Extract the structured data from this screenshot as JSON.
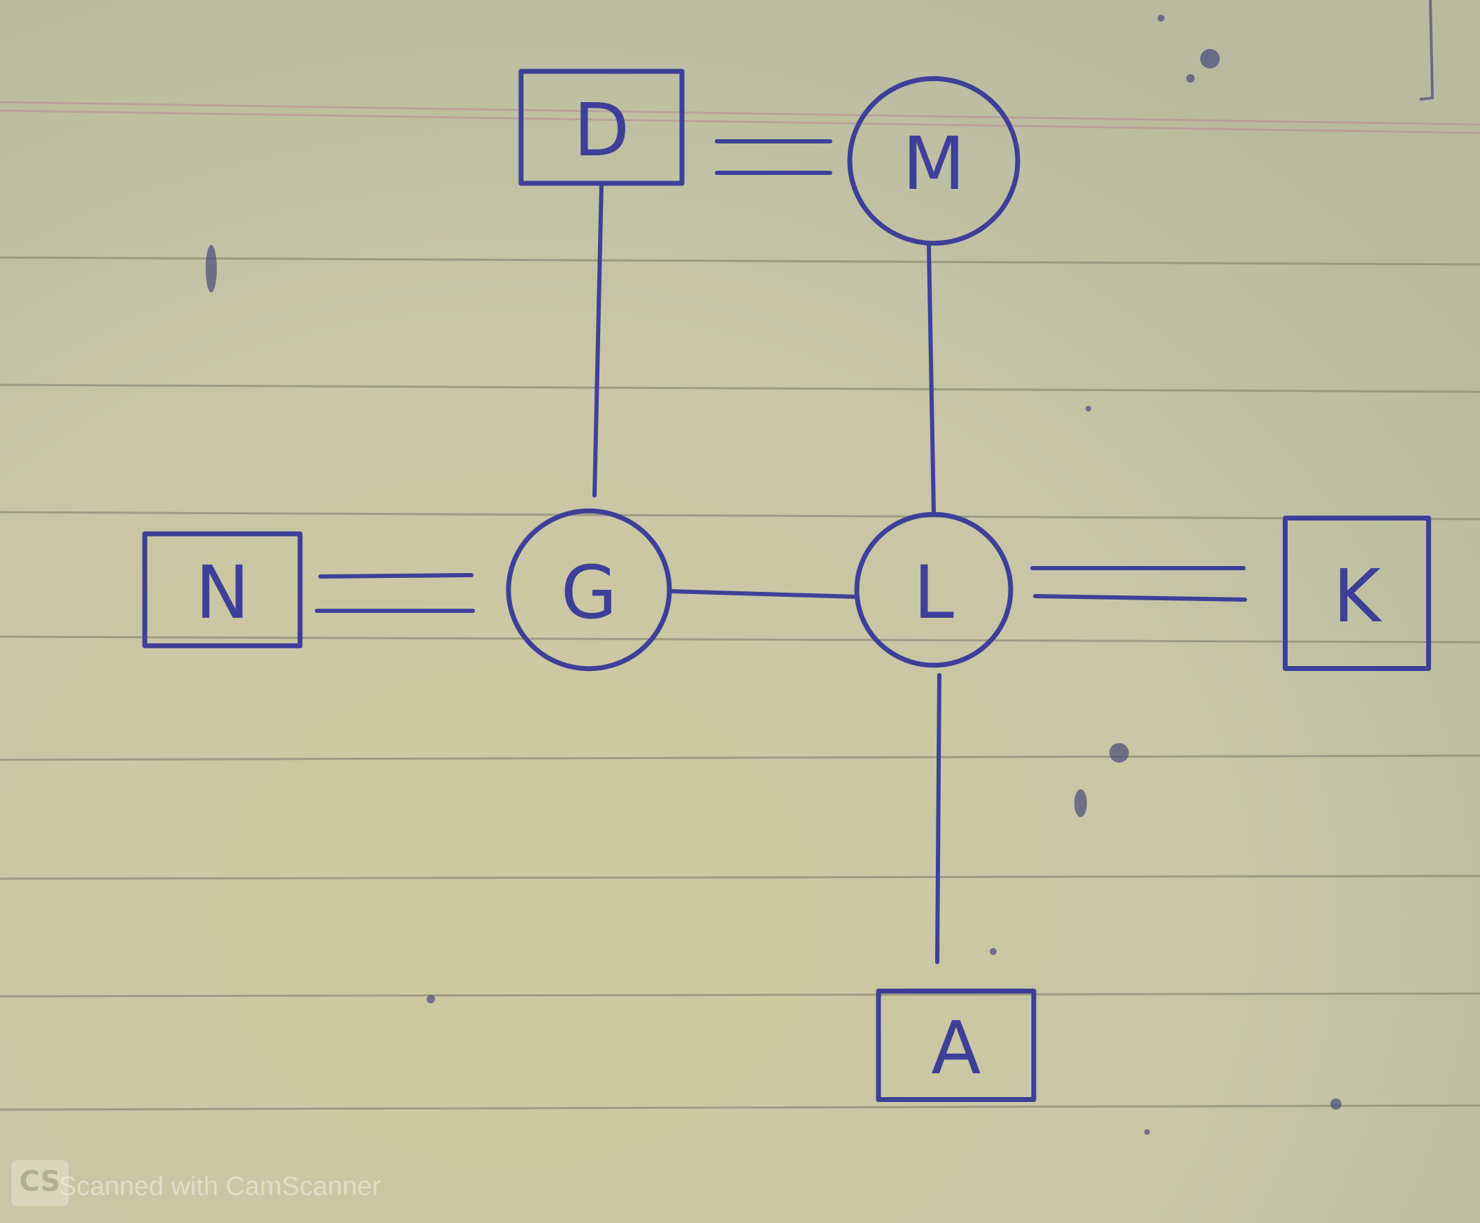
{
  "diagram": {
    "nodes": [
      {
        "id": "D",
        "label": "D",
        "shape": "square"
      },
      {
        "id": "M",
        "label": "M",
        "shape": "circle"
      },
      {
        "id": "N",
        "label": "N",
        "shape": "square"
      },
      {
        "id": "G",
        "label": "G",
        "shape": "circle"
      },
      {
        "id": "L",
        "label": "L",
        "shape": "circle"
      },
      {
        "id": "K",
        "label": "K",
        "shape": "square"
      },
      {
        "id": "A",
        "label": "A",
        "shape": "square"
      }
    ],
    "edges": [
      {
        "from": "D",
        "to": "M",
        "type": "double"
      },
      {
        "from": "D",
        "to": "G",
        "type": "single"
      },
      {
        "from": "M",
        "to": "L",
        "type": "single"
      },
      {
        "from": "N",
        "to": "G",
        "type": "double"
      },
      {
        "from": "G",
        "to": "L",
        "type": "single"
      },
      {
        "from": "L",
        "to": "K",
        "type": "double"
      },
      {
        "from": "L",
        "to": "A",
        "type": "single"
      }
    ]
  },
  "watermark": {
    "text": "Scanned with CamScanner",
    "logo": "camscanner-logo"
  },
  "colors": {
    "paper": "#c9c8a6",
    "ink": "#3f3f9a",
    "ruled_line": "#8e8d78",
    "margin_line": "#b89a9a"
  }
}
